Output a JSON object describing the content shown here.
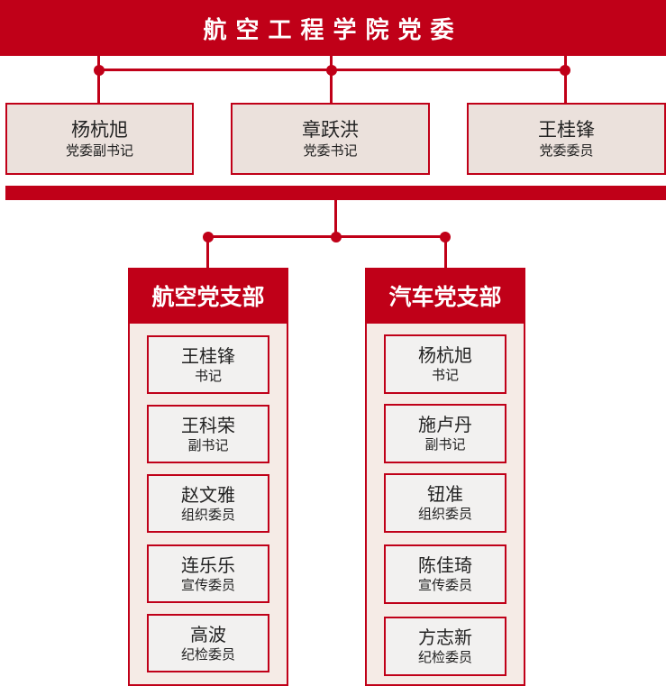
{
  "title": "航空工程学院党委",
  "leaders": [
    {
      "name": "杨杭旭",
      "role": "党委副书记"
    },
    {
      "name": "章跃洪",
      "role": "党委书记"
    },
    {
      "name": "王桂锋",
      "role": "党委委员"
    }
  ],
  "branches": [
    {
      "name": "航空党支部",
      "members": [
        {
          "name": "王桂锋",
          "role": "书记"
        },
        {
          "name": "王科荣",
          "role": "副书记"
        },
        {
          "name": "赵文雅",
          "role": "组织委员"
        },
        {
          "name": "连乐乐",
          "role": "宣传委员"
        },
        {
          "name": "高波",
          "role": "纪检委员"
        }
      ]
    },
    {
      "name": "汽车党支部",
      "members": [
        {
          "name": "杨杭旭",
          "role": "书记"
        },
        {
          "name": "施卢丹",
          "role": "副书记"
        },
        {
          "name": "钮准",
          "role": "组织委员"
        },
        {
          "name": "陈佳琦",
          "role": "宣传委员"
        },
        {
          "name": "方志新",
          "role": "纪检委员"
        }
      ]
    }
  ],
  "colors": {
    "primary": "#c00018",
    "box_fill": "#ebe1dc",
    "branch_fill": "#f5ebe6",
    "member_fill": "#f2f1f0"
  }
}
